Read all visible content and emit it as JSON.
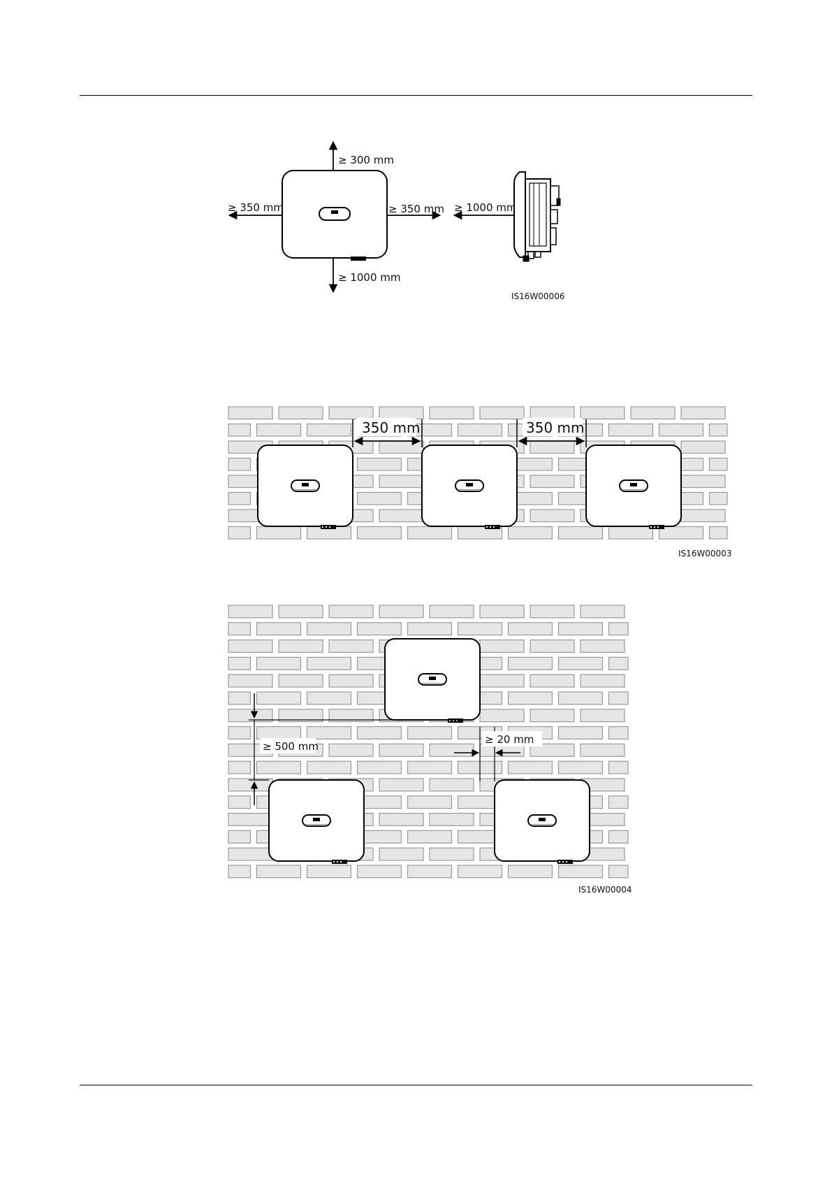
{
  "figure1": {
    "top_clearance": "≥ 300 mm",
    "left_clearance": "≥ 350 mm",
    "right_clearance": "≥ 350 mm",
    "bottom_clearance": "≥ 1000 mm",
    "front_clearance": "≥ 1000 mm",
    "figure_id": "IS16W00006"
  },
  "figure2": {
    "gap_left": "350 mm",
    "gap_right": "350 mm",
    "figure_id": "IS16W00003"
  },
  "figure3": {
    "vertical_gap": "≥ 500 mm",
    "horizontal_offset": "≥ 20 mm",
    "figure_id": "IS16W00004"
  }
}
